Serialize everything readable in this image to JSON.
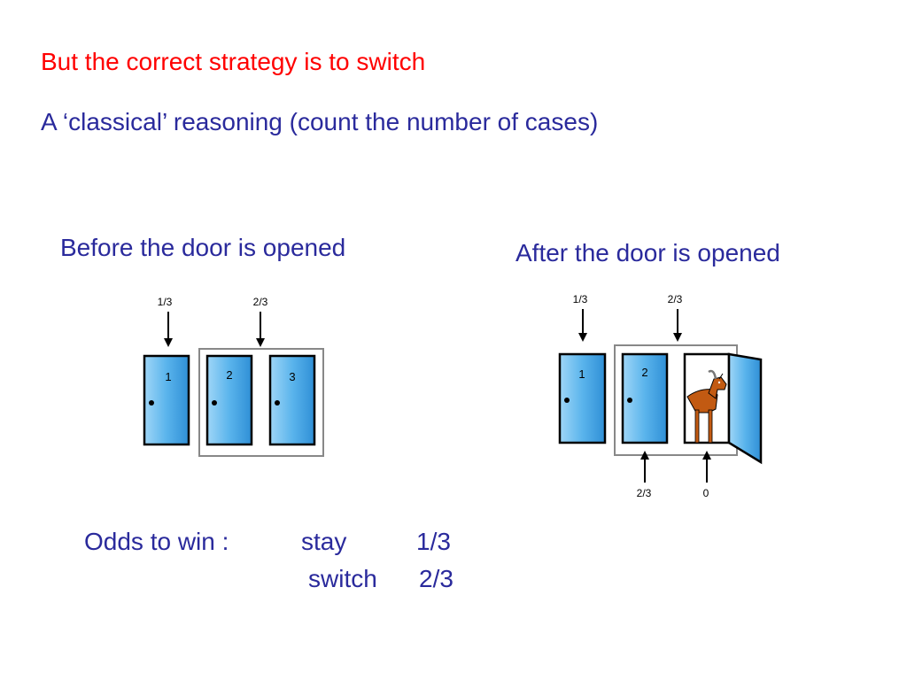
{
  "slide": {
    "title": "But the correct strategy is to switch",
    "subtitle": "A ‘classical’ reasoning (count the number of cases)"
  },
  "before": {
    "heading": "Before the door is opened",
    "top_labels": [
      "1/3",
      "2/3"
    ],
    "doors": [
      "1",
      "2",
      "3"
    ]
  },
  "after": {
    "heading": "After the door is opened",
    "top_labels": [
      "1/3",
      "2/3"
    ],
    "doors": [
      "1",
      "2"
    ],
    "bottom_labels": [
      "2/3",
      "0"
    ],
    "revealed_icon": "goat-icon"
  },
  "odds": {
    "label": "Odds to win :",
    "stay_label": "stay",
    "stay_value": "1/3",
    "switch_label": "switch",
    "switch_value": "2/3"
  },
  "colors": {
    "title": "#ff0000",
    "body_text": "#2a2a9c",
    "door_fill": "#5ab4ec",
    "goat": "#c25a12"
  }
}
